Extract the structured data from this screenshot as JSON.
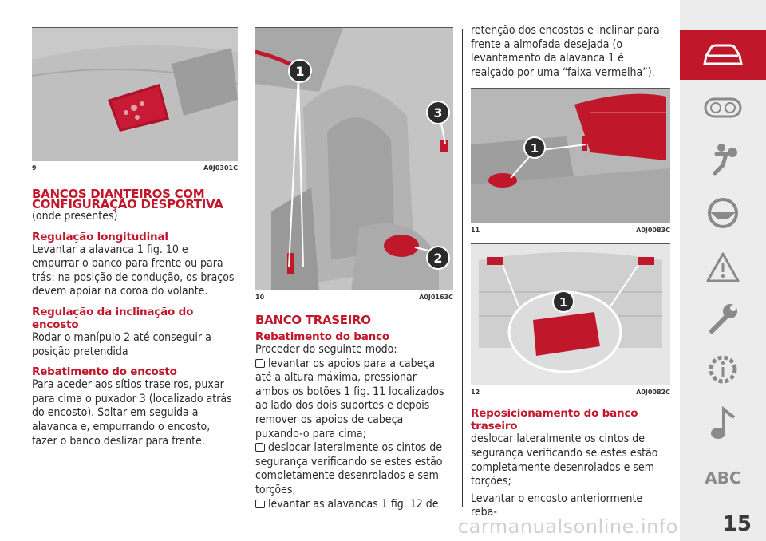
{
  "fig9": {
    "num": "9",
    "code": "A0J0301C"
  },
  "fig10": {
    "num": "10",
    "code": "A0J0163C",
    "callouts": [
      "1",
      "2",
      "3"
    ]
  },
  "fig11": {
    "num": "11",
    "code": "A0J0083C",
    "callouts": [
      "1"
    ]
  },
  "fig12": {
    "num": "12",
    "code": "A0J0082C",
    "callouts": [
      "1"
    ]
  },
  "col_a": {
    "heading_line1": "BANCOS DIANTEIROS COM",
    "heading_line2": "CONFIGURAÇÃO DESPORTIVA",
    "heading_note": "(onde presentes)",
    "s1_title": "Regulação longitudinal",
    "s1_text": "Levantar a alavanca 1 fig. 10 e empurrar o banco para frente ou para trás: na posição de condução, os braços devem apoiar na coroa do volante.",
    "s2_title": "Regulação da inclinação do encosto",
    "s2_text": "Rodar o manípulo 2 até conseguir a posição pretendida",
    "s3_title": "Rebatimento do encosto",
    "s3_text": "Para aceder aos sítios traseiros, puxar para cima o puxador 3 (localizado atrás do encosto). Soltar em seguida a alavanca e, empurrando o encosto, fazer o banco deslizar para frente."
  },
  "col_b": {
    "heading": "BANCO TRASEIRO",
    "s1_title": "Rebatimento do banco",
    "intro": "Proceder do seguinte modo:",
    "bullets": [
      "levantar os apoios para a cabeça até a altura máxima, pressionar ambos os botões 1 fig. 11 localizados ao lado dos dois suportes e depois remover os apoios de cabeça puxando-o para cima;",
      "deslocar lateralmente os cintos de segurança verificando se estes estão completamente desenrolados e sem torções;",
      "levantar as alavancas 1 fig. 12 de"
    ]
  },
  "col_c": {
    "cont_text": "retenção dos encostos e inclinar para frente a almofada desejada (o levantamento da alavanca 1 é realçado por uma “faixa vermelha”).",
    "s_title": "Reposicionamento do banco traseiro",
    "p1": "deslocar lateralmente os cintos de segurança verificando se estes estão completamente desenrolados e sem torções;",
    "p2": "Levantar o encosto anteriormente reba-"
  },
  "sidebar": {
    "items": [
      "car-icon",
      "dashboard-icon",
      "airbag-person-icon",
      "steering-wheel-icon",
      "warning-triangle-icon",
      "wrench-icon",
      "gear-info-icon",
      "music-note-icon"
    ],
    "abc_label": "ABC"
  },
  "page_number": "15",
  "watermark": "carmanualsonline.info",
  "colors": {
    "accent": "#c0172b",
    "sidebar_bg": "#ececec"
  }
}
